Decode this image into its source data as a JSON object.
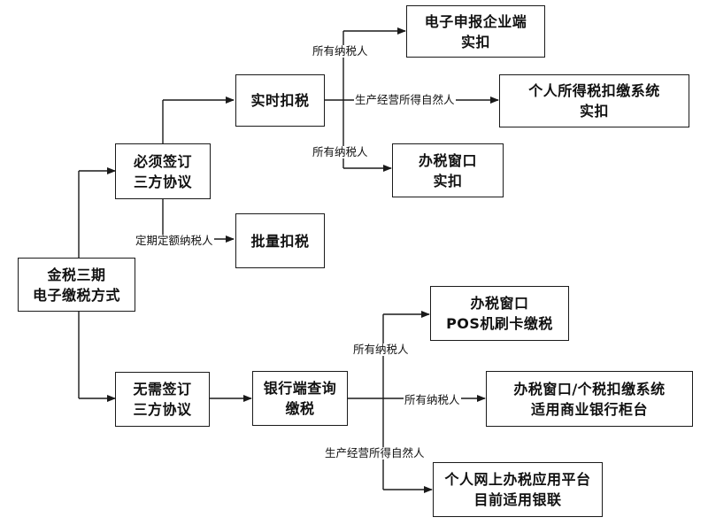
{
  "nodes": {
    "root": [
      "金税三期",
      "电子缴税方式"
    ],
    "must_sign": [
      "必须签订",
      "三方协议"
    ],
    "no_sign": [
      "无需签订",
      "三方协议"
    ],
    "realtime": [
      "实时扣税"
    ],
    "batch": [
      "批量扣税"
    ],
    "e_filing": [
      "电子申报企业端",
      "实扣"
    ],
    "personal_sys": [
      "个人所得税扣缴系统",
      "实扣"
    ],
    "tax_window": [
      "办税窗口",
      "实扣"
    ],
    "bank_query": [
      "银行端查询",
      "缴税"
    ],
    "pos": [
      "办税窗口",
      "POS机刷卡缴税"
    ],
    "bank_counter": [
      "办税窗口/个税扣缴系统",
      "适用商业银行柜台"
    ],
    "online": [
      "个人网上办税应用平台",
      "目前适用银联"
    ]
  },
  "edge_labels": {
    "all_taxpayers_1": "所有纳税人",
    "business_income_1": "生产经营所得自然人",
    "all_taxpayers_2": "所有纳税人",
    "fixed_quota": "定期定额纳税人",
    "all_taxpayers_3": "所有纳税人",
    "all_taxpayers_4": "所有纳税人",
    "business_income_2": "生产经营所得自然人"
  },
  "colors": {
    "line": "#1a1a1a",
    "box_border": "#1a1a1a",
    "text": "#111111"
  }
}
